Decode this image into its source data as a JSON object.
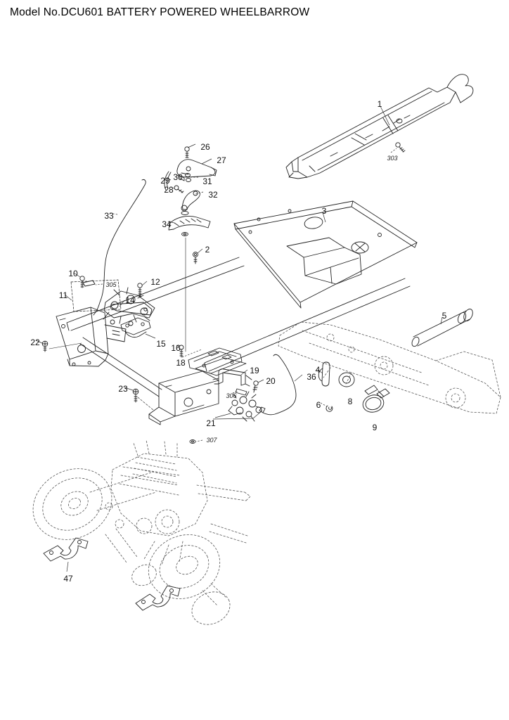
{
  "page": {
    "title": "Model No.DCU601 BATTERY POWERED WHEELBARROW"
  },
  "diagram": {
    "type": "exploded-parts-diagram",
    "model": "DCU601",
    "colors": {
      "background": "#ffffff",
      "line": "#222222",
      "ghost_line": "#555555",
      "text": "#111111"
    },
    "callouts": [
      {
        "text": "1"
      },
      {
        "text": "2"
      },
      {
        "text": "3"
      },
      {
        "text": "4"
      },
      {
        "text": "5"
      },
      {
        "text": "6"
      },
      {
        "text": "8"
      },
      {
        "text": "9"
      },
      {
        "text": "10"
      },
      {
        "text": "11"
      },
      {
        "text": "12"
      },
      {
        "text": "14"
      },
      {
        "text": "15"
      },
      {
        "text": "16"
      },
      {
        "text": "18"
      },
      {
        "text": "19"
      },
      {
        "text": "20"
      },
      {
        "text": "21"
      },
      {
        "text": "22"
      },
      {
        "text": "23"
      },
      {
        "text": "26"
      },
      {
        "text": "27"
      },
      {
        "text": "28"
      },
      {
        "text": "29"
      },
      {
        "text": "30"
      },
      {
        "text": "31"
      },
      {
        "text": "32"
      },
      {
        "text": "33"
      },
      {
        "text": "34"
      },
      {
        "text": "36"
      },
      {
        "text": "47"
      },
      {
        "text": "303"
      },
      {
        "text": "305"
      },
      {
        "text": "306"
      },
      {
        "text": "307"
      }
    ]
  }
}
